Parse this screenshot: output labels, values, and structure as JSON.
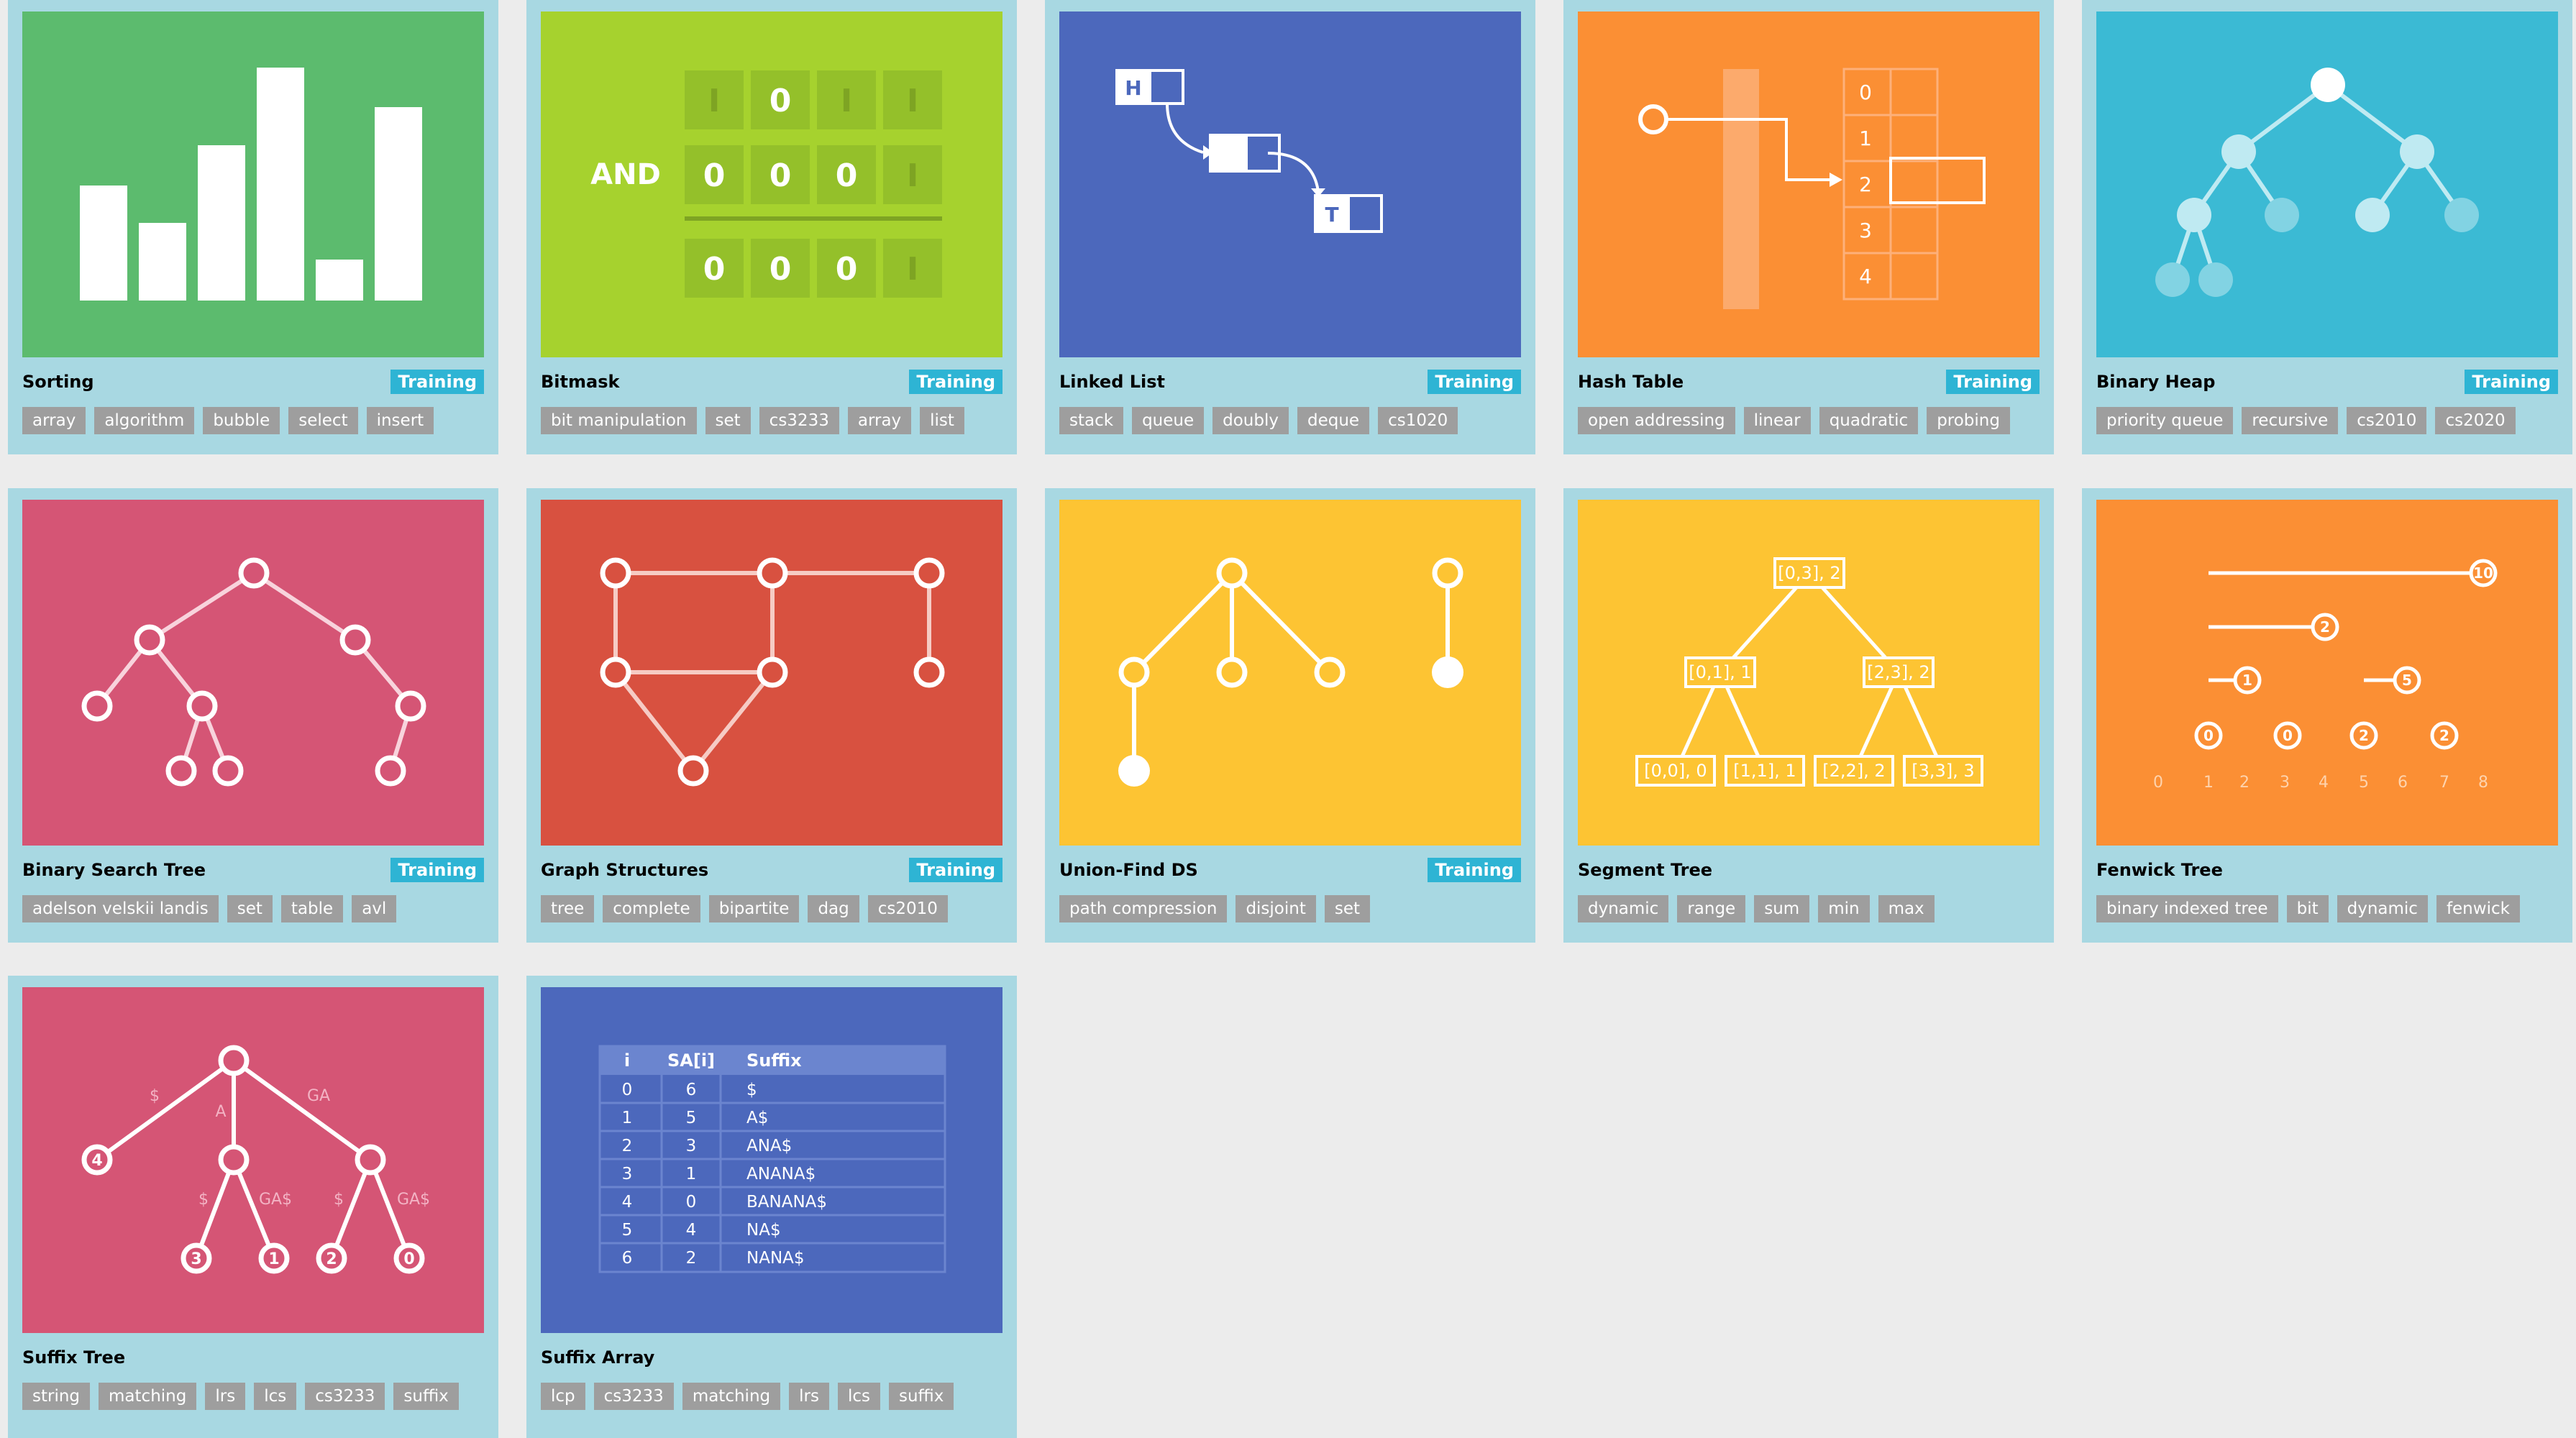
{
  "cards": [
    {
      "title": "Sorting",
      "badge": "Training",
      "tags": [
        "array",
        "algorithm",
        "bubble",
        "select",
        "insert"
      ],
      "color": "#5cbb6e"
    },
    {
      "title": "Bitmask",
      "badge": "Training",
      "tags": [
        "bit manipulation",
        "set",
        "cs3233",
        "array",
        "list"
      ],
      "color": "#a6d22e",
      "bits": {
        "op": "AND",
        "row1": [
          "I",
          "0",
          "I",
          "I"
        ],
        "row2": [
          "0",
          "0",
          "0",
          "I"
        ],
        "row3": [
          "0",
          "0",
          "0",
          "I"
        ]
      }
    },
    {
      "title": "Linked List",
      "badge": "Training",
      "tags": [
        "stack",
        "queue",
        "doubly",
        "deque",
        "cs1020"
      ],
      "color": "#4c68bc",
      "nodes": {
        "head": "H",
        "tail": "T"
      }
    },
    {
      "title": "Hash Table",
      "badge": "Training",
      "tags": [
        "open addressing",
        "linear",
        "quadratic",
        "probing"
      ],
      "color": "#fb8f34",
      "slots": [
        "0",
        "1",
        "2",
        "3",
        "4"
      ]
    },
    {
      "title": "Binary Heap",
      "badge": "Training",
      "tags": [
        "priority queue",
        "recursive",
        "cs2010",
        "cs2020"
      ],
      "color": "#3bbad4"
    },
    {
      "title": "Binary Search Tree",
      "badge": "Training",
      "tags": [
        "adelson velskii landis",
        "set",
        "table",
        "avl"
      ],
      "color": "#d55575"
    },
    {
      "title": "Graph Structures",
      "badge": "Training",
      "tags": [
        "tree",
        "complete",
        "bipartite",
        "dag",
        "cs2010"
      ],
      "color": "#d85140"
    },
    {
      "title": "Union-Find DS",
      "badge": "Training",
      "tags": [
        "path compression",
        "disjoint",
        "set"
      ],
      "color": "#fdc433"
    },
    {
      "title": "Segment Tree",
      "badge": "",
      "tags": [
        "dynamic",
        "range",
        "sum",
        "min",
        "max"
      ],
      "color": "#fdc433",
      "segs": [
        "[0,3], 2",
        "[0,1], 1",
        "[2,3], 2",
        "[0,0], 0",
        "[1,1], 1",
        "[2,2], 2",
        "[3,3], 3"
      ]
    },
    {
      "title": "Fenwick Tree",
      "badge": "",
      "tags": [
        "binary indexed tree",
        "bit",
        "dynamic",
        "fenwick"
      ],
      "color": "#fb8f34",
      "fen": {
        "nodes": [
          "10",
          "2",
          "1",
          "5",
          "0",
          "0",
          "2",
          "2"
        ],
        "axis": [
          "0",
          "1",
          "2",
          "3",
          "4",
          "5",
          "6",
          "7",
          "8"
        ]
      }
    },
    {
      "title": "Suffix Tree",
      "badge": "",
      "tags": [
        "string",
        "matching",
        "lrs",
        "lcs",
        "cs3233",
        "suffix"
      ],
      "color": "#d55575",
      "st": {
        "edges": [
          "$",
          "A",
          "GA",
          "$",
          "GA$",
          "$",
          "GA$"
        ],
        "leaves": [
          "4",
          "3",
          "1",
          "2",
          "0"
        ]
      }
    },
    {
      "title": "Suffix Array",
      "badge": "",
      "tags": [
        "lcp",
        "cs3233",
        "matching",
        "lrs",
        "lcs",
        "suffix"
      ],
      "color": "#4c68bc",
      "sa": {
        "headers": [
          "i",
          "SA[i]",
          "Suffix"
        ],
        "rows": [
          [
            "0",
            "6",
            "$"
          ],
          [
            "1",
            "5",
            "A$"
          ],
          [
            "2",
            "3",
            "ANA$"
          ],
          [
            "3",
            "1",
            "ANANA$"
          ],
          [
            "4",
            "0",
            "BANANA$"
          ],
          [
            "5",
            "4",
            "NA$"
          ],
          [
            "6",
            "2",
            "NANA$"
          ]
        ]
      }
    }
  ]
}
